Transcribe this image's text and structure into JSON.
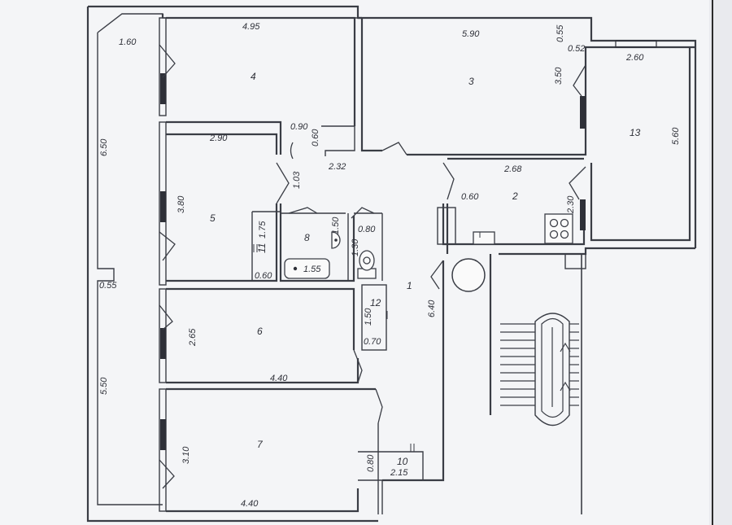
{
  "rooms": {
    "r1": "1",
    "r2": "2",
    "r3": "3",
    "r4": "4",
    "r5": "5",
    "r6": "6",
    "r7": "7",
    "r8": "8",
    "r10": "10",
    "r11": "11",
    "r12": "12",
    "r13": "13"
  },
  "dims": {
    "d_1_60": "1.60",
    "d_4_95": "4.95",
    "d_5_90": "5.90",
    "d_0_55_top": "0.55",
    "d_0_52": "0.52",
    "d_2_60": "2.60",
    "d_3_50": "3.50",
    "d_6_50": "6.50",
    "d_0_90": "0.90",
    "d_0_60_a": "0.60",
    "d_2_90": "2.90",
    "d_2_32": "2.32",
    "d_2_68": "2.68",
    "d_5_60": "5.60",
    "d_1_03": "1.03",
    "d_3_80": "3.80",
    "d_0_60_b": "0.60",
    "d_2_30": "2.30",
    "d_1_50_a": "1.50",
    "d_0_80_a": "0.80",
    "d_1_75": "1.75",
    "d_1_30": "1.30",
    "d_1_55": "1.55",
    "d_0_60_c": "0.60",
    "d_0_55_left": "0.55",
    "d_6_40": "6.40",
    "d_1_50_b": "1.50",
    "d_0_70": "0.70",
    "d_2_65": "2.65",
    "d_4_40_a": "4.40",
    "d_5_50": "5.50",
    "d_3_10": "3.10",
    "d_0_80_b": "0.80",
    "d_2_15": "2.15",
    "d_4_40_b": "4.40"
  }
}
